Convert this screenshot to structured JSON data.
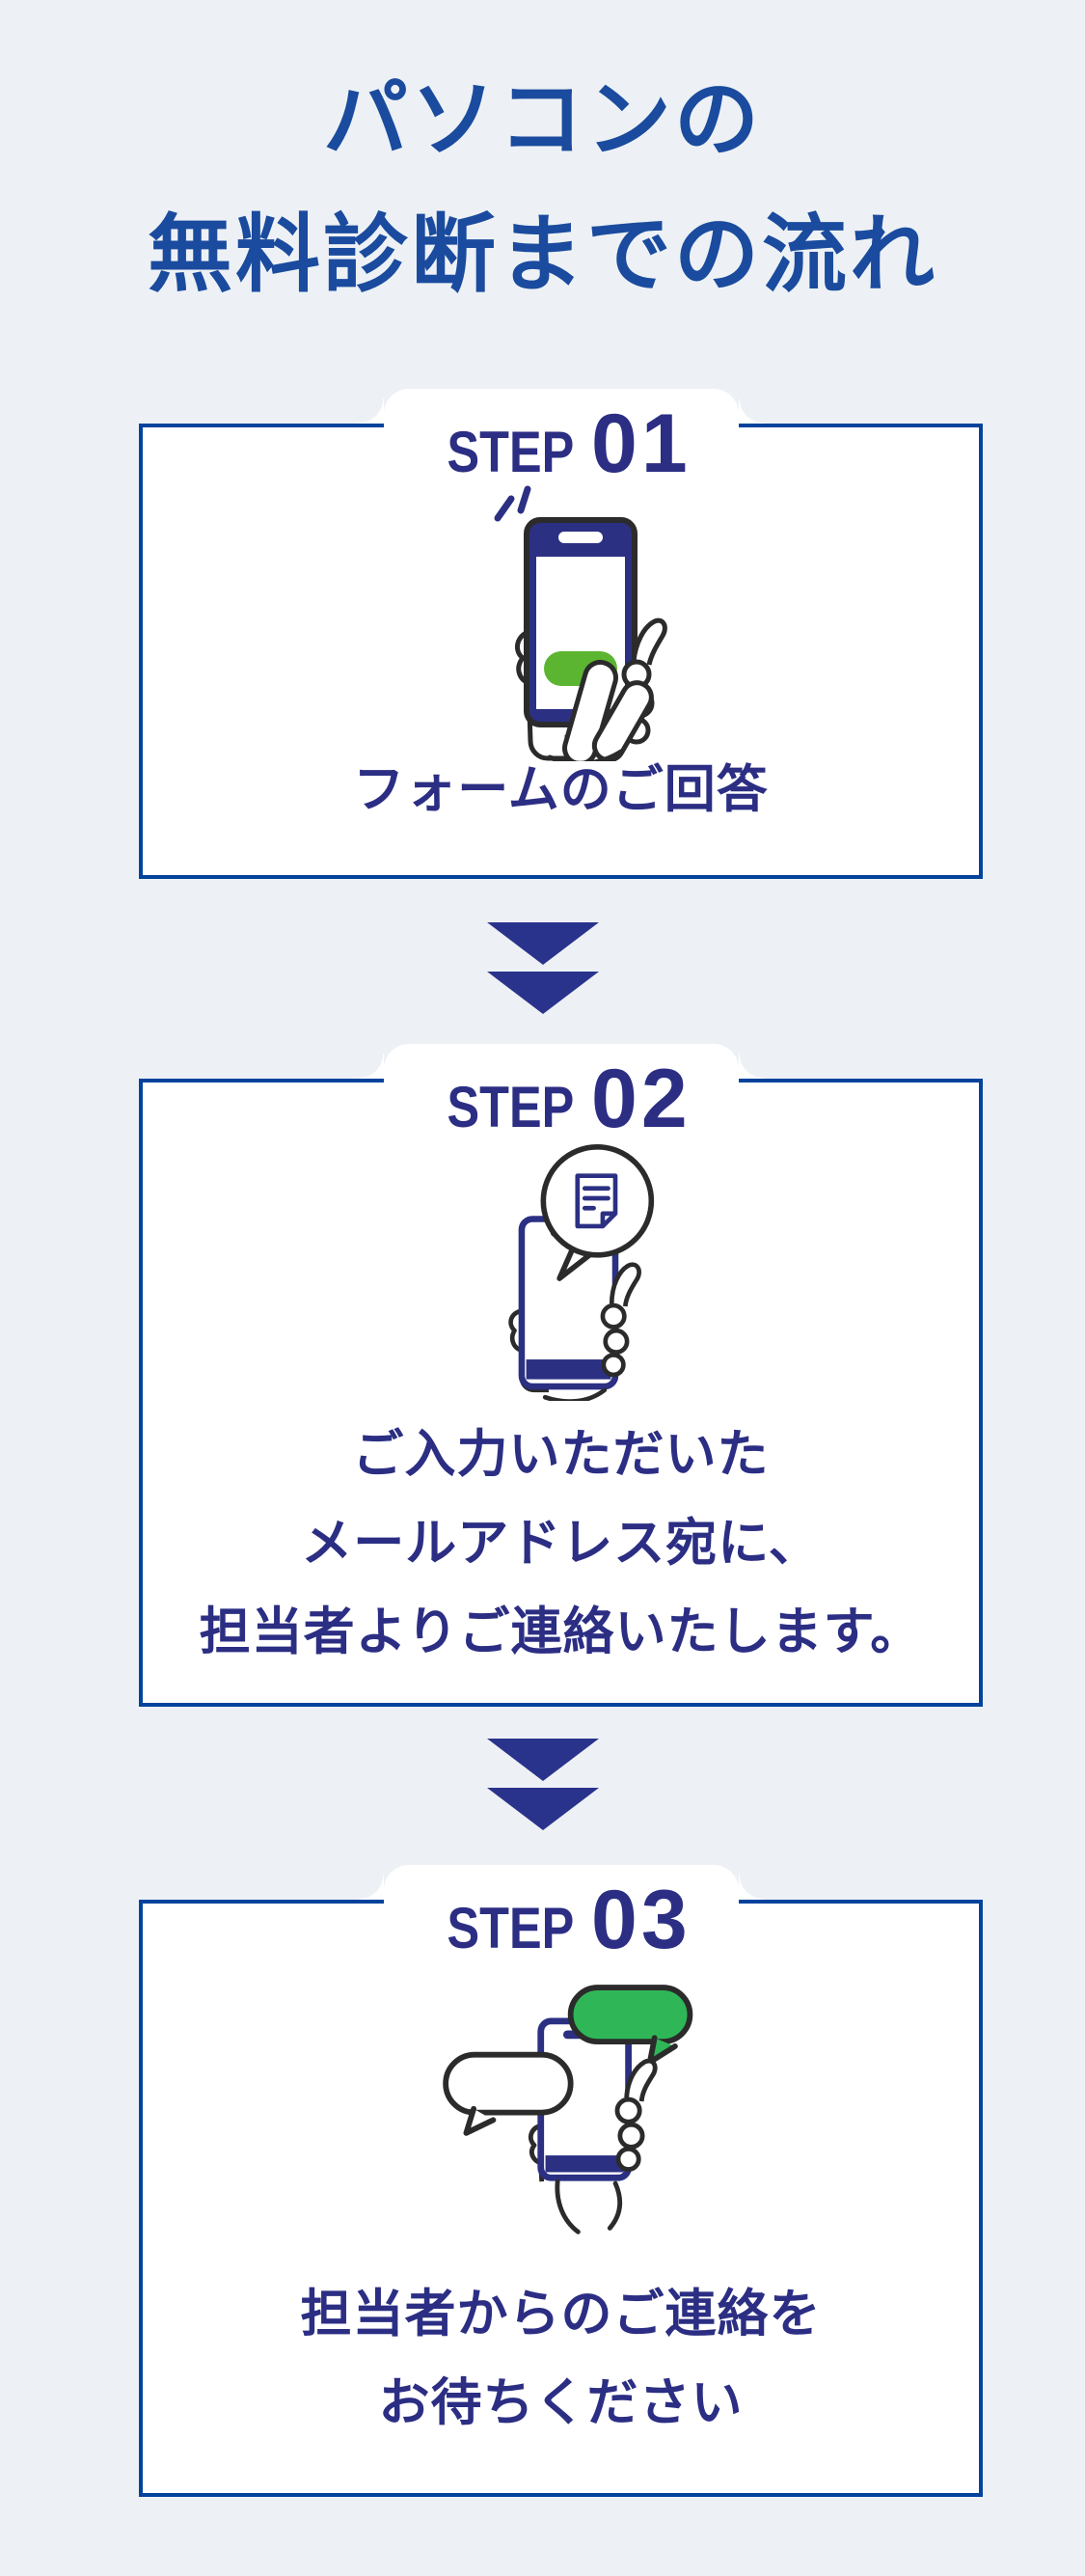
{
  "title": {
    "line1": "パソコンの",
    "line2": "無料診断までの流れ"
  },
  "steps": [
    {
      "label": "STEP",
      "number": "01",
      "icon": "phone-tap-icon",
      "lines": [
        "フォームのご回答"
      ]
    },
    {
      "label": "STEP",
      "number": "02",
      "icon": "phone-message-icon",
      "lines": [
        "ご入力いただいた",
        "メールアドレス宛に、",
        "担当者よりご連絡いたします。"
      ]
    },
    {
      "label": "STEP",
      "number": "03",
      "icon": "phone-chat-icon",
      "lines": [
        "担当者からのご連絡を",
        "お待ちください"
      ]
    }
  ],
  "colors": {
    "background": "#edf1f5",
    "card_bg": "#ffffff",
    "card_border": "#04439c",
    "title_text": "#1a4b9e",
    "step_text": "#2b2e83",
    "body_text": "#2b2e83",
    "arrow": "#2a338c",
    "phone_navy": "#2b3083",
    "button_green": "#5cb531",
    "bubble_green": "#2fb757",
    "outline_dark": "#2b2b2b"
  }
}
